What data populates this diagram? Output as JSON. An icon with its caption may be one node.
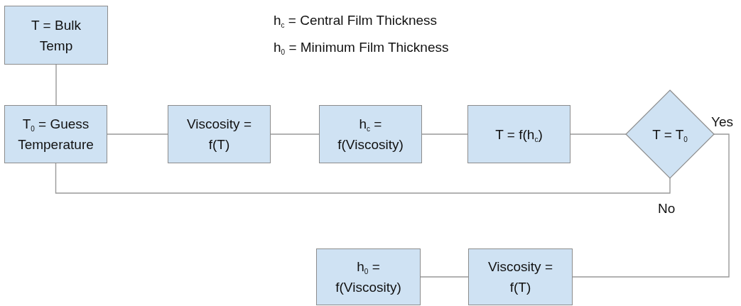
{
  "diagram": {
    "nodes": [
      {
        "text": [
          "T = Bulk Temp"
        ]
      },
      {
        "text": [
          "T$_{0}$ = Guess Temperature"
        ]
      },
      {
        "text": [
          "Viscosity = f(T)"
        ]
      },
      {
        "text": [
          "h$_{c}$ = f(Viscosity)"
        ]
      },
      {
        "text": [
          "T = f(h$_{c}$)"
        ]
      },
      {
        "text": [
          "T = T$_{0}$"
        ]
      },
      {
        "text": [
          "h$_{0}$ = f(Viscosity)"
        ]
      },
      {
        "text": [
          "Viscosity = f(T)"
        ]
      }
    ],
    "edges": [
      {
        "from": 0,
        "to": 1,
        "arrow": "none"
      },
      {
        "from": 1,
        "to": 2,
        "arrow": "none"
      },
      {
        "from": 2,
        "to": 3,
        "arrow": "none"
      },
      {
        "from": 3,
        "to": 4,
        "arrow": "none"
      },
      {
        "from": 4,
        "to": 5,
        "arrow": "none"
      },
      {
        "from": 5,
        "to": 1,
        "arrow": "none",
        "label": "No"
      },
      {
        "from": 5,
        "to": 7,
        "arrow": "none",
        "label": "Yes"
      },
      {
        "from": 7,
        "to": 6,
        "arrow": "none"
      }
    ],
    "labels": [
      "h$_{c}$ = Central Film Thickness",
      "h$_{0}$ = Minimum Film Thickness"
    ]
  }
}
